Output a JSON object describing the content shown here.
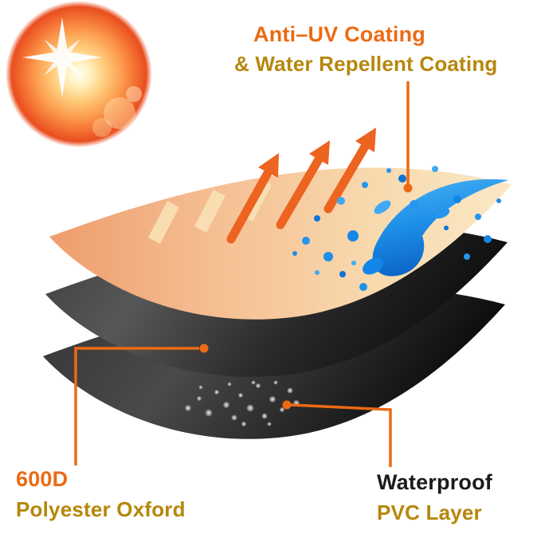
{
  "title": "Fabric layer construction diagram",
  "labels": {
    "top": {
      "line1": "Anti–UV Coating",
      "line2": "& Water Repellent Coating"
    },
    "bottom_left": {
      "line1": "600D",
      "line2": "Polyester Oxford"
    },
    "bottom_right": {
      "line1": "Waterproof",
      "line2": "PVC Layer"
    }
  },
  "icons": {
    "sun-icon": "sun with starburst glare",
    "uv-arrows-icon": "three orange arrows pointing up-right (UV reflection)",
    "light-rays-icon": "pale reflected light bars",
    "water-splash-icon": "blue water splash with droplets",
    "water-droplets-icon": "gray beaded water droplets on PVC layer"
  },
  "colors": {
    "accent_orange": "#EC6A13",
    "label_gold": "#B6870B",
    "label_black": "#1B1B1B",
    "water_blue": "#1E8FE8",
    "layer_peach": "#F5BE92",
    "layer_dark": "#2A2A2A",
    "background": "#FFFFFF"
  }
}
